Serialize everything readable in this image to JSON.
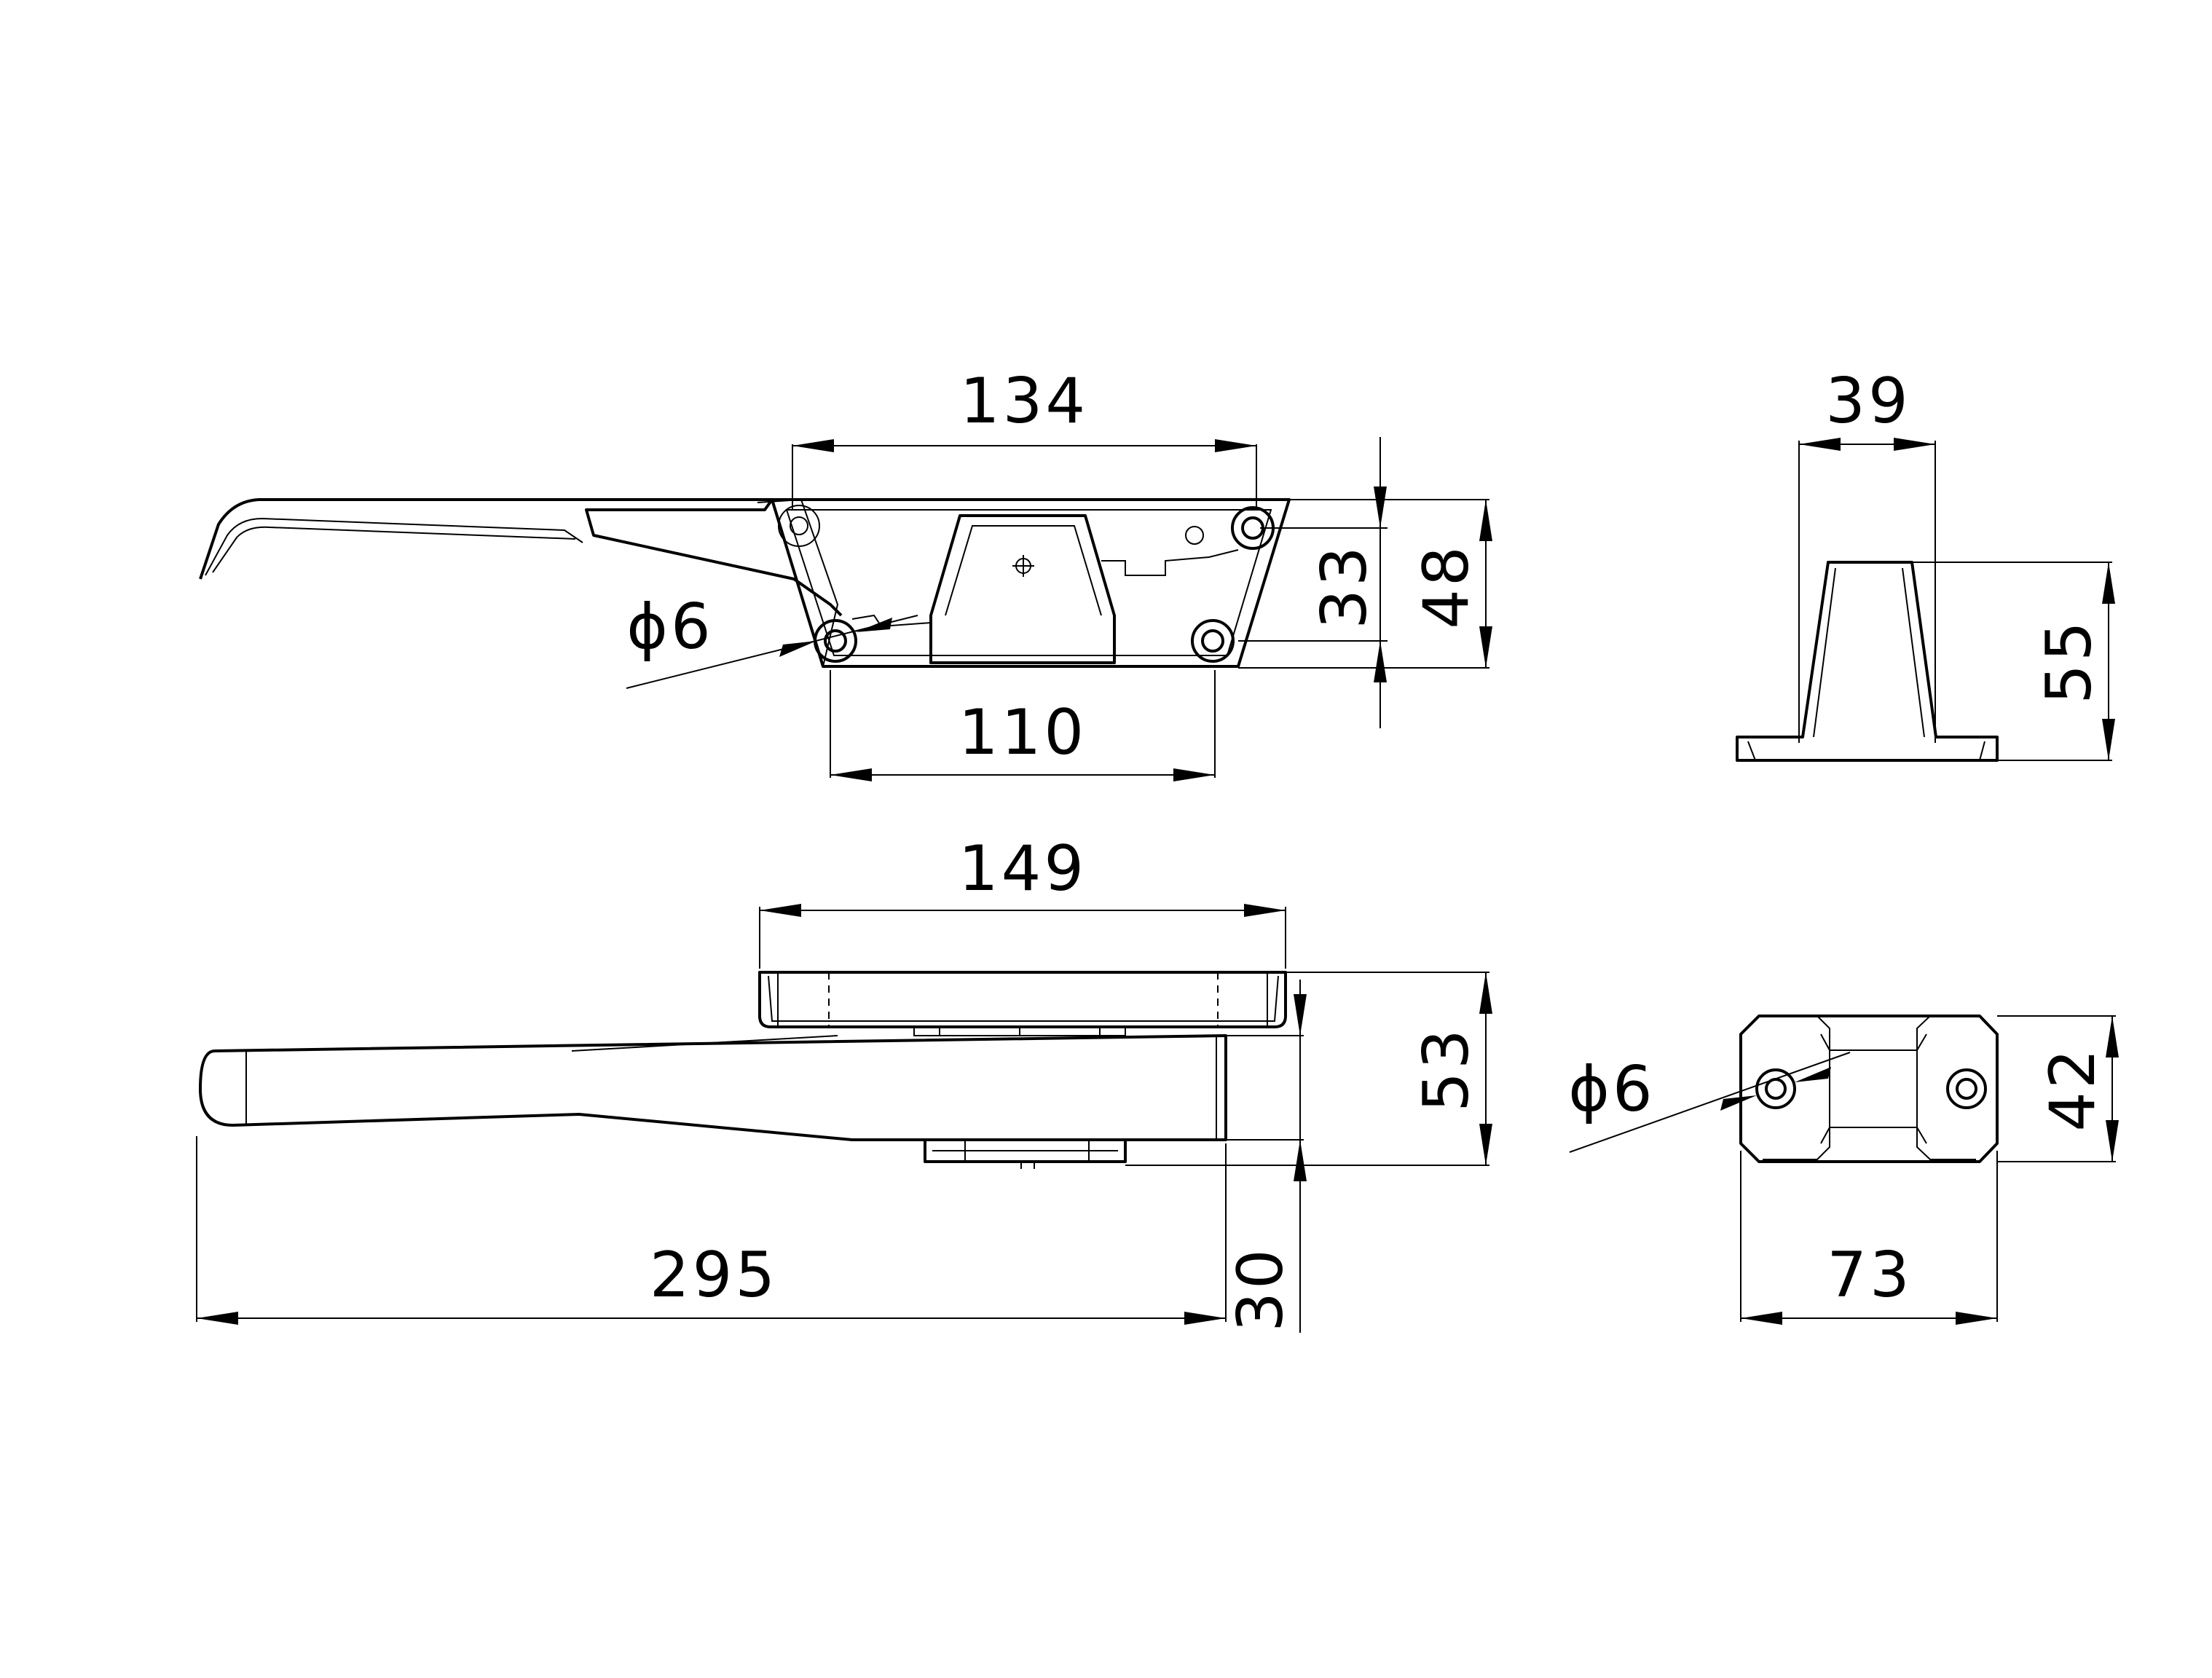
{
  "dimensions": {
    "d134": "134",
    "d110": "110",
    "d33": "33",
    "d48": "48",
    "d6_top": "ϕ6",
    "d39": "39",
    "d55": "55",
    "d149": "149",
    "d53": "53",
    "d295": "295",
    "d30": "30",
    "d6_bottom": "ϕ6",
    "d42": "42",
    "d73": "73"
  }
}
